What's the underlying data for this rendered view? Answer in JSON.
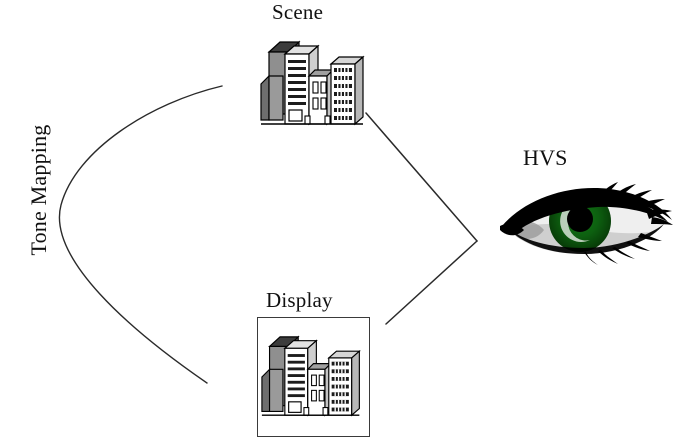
{
  "diagram": {
    "title": "Tone Mapping pipeline",
    "background_color": "#ffffff",
    "line_color": "#2a2a2a",
    "nodes": {
      "scene": {
        "label": "Scene",
        "icon": "city-buildings-icon",
        "description": "High dynamic range city skyline"
      },
      "display": {
        "label": "Display",
        "icon": "city-buildings-icon",
        "description": "Framed display showing tone mapped city skyline",
        "frame_border_color": "#3a3a3a"
      },
      "hvs": {
        "label": "HVS",
        "icon": "human-eye-icon",
        "description": "Human Visual System"
      }
    },
    "edges": {
      "tone_mapping": {
        "label": "Tone Mapping",
        "from": "scene",
        "to": "display",
        "style": "curved-arc"
      },
      "scene_to_hvs": {
        "label": "",
        "from": "scene",
        "to": "hvs",
        "style": "straight"
      },
      "display_to_hvs": {
        "label": "",
        "from": "display",
        "to": "hvs",
        "style": "straight"
      }
    },
    "eye_colors": {
      "iris_outer": "#0a4a0a",
      "iris_mid": "#0e6b12",
      "iris_highlight": "#d8e4d8",
      "pupil": "#000000",
      "sclera": "#f2f2f2",
      "sclera_shadow": "#a8a8a8",
      "lashes": "#000000"
    },
    "building_colors": {
      "tower_face": "#9a9a9a",
      "tower_side": "#5f5f5f",
      "tower_top": "#3c3c3c",
      "facade": "#ffffff",
      "outline": "#000000",
      "window_fill": "#1c1c1c",
      "block_shadow": "#6e6e6e"
    }
  }
}
